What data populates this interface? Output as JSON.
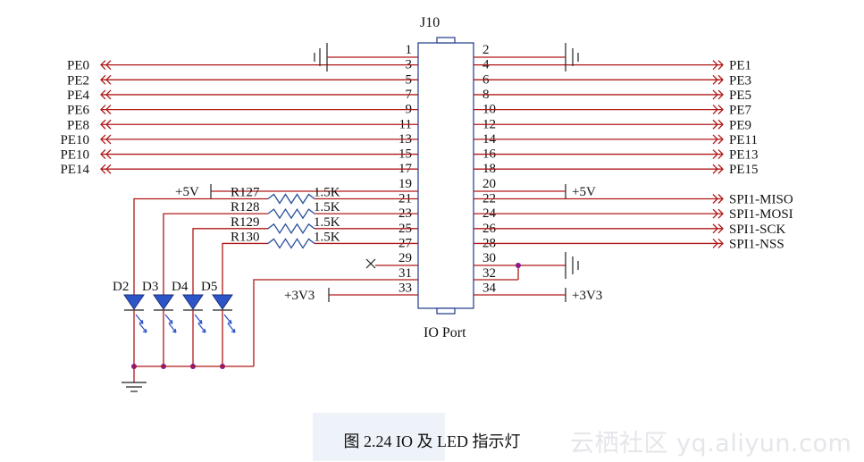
{
  "connector": {
    "ref": "J10",
    "name": "IO Port"
  },
  "pins_left": [
    "1",
    "3",
    "5",
    "7",
    "9",
    "11",
    "13",
    "15",
    "17",
    "19",
    "21",
    "23",
    "25",
    "27",
    "29",
    "31",
    "33"
  ],
  "pins_right": [
    "2",
    "4",
    "6",
    "8",
    "10",
    "12",
    "14",
    "16",
    "18",
    "20",
    "22",
    "24",
    "26",
    "28",
    "30",
    "32",
    "34"
  ],
  "nets_left": [
    "PE0",
    "PE2",
    "PE4",
    "PE6",
    "PE8",
    "PE10",
    "PE10",
    "PE14"
  ],
  "nets_right": [
    "PE1",
    "PE3",
    "PE5",
    "PE7",
    "PE9",
    "PE11",
    "PE13",
    "PE15"
  ],
  "spi_nets": [
    "SPI1-MISO",
    "SPI1-MOSI",
    "SPI1-SCK",
    "SPI1-NSS"
  ],
  "power": {
    "v5": "+5V",
    "v33": "+3V3"
  },
  "resistors": [
    {
      "ref": "R127",
      "value": "1.5K"
    },
    {
      "ref": "R128",
      "value": "1.5K"
    },
    {
      "ref": "R129",
      "value": "1.5K"
    },
    {
      "ref": "R130",
      "value": "1.5K"
    }
  ],
  "leds": [
    "D2",
    "D3",
    "D4",
    "D5"
  ],
  "caption": "图 2.24    IO 及 LED 指示灯",
  "watermark": "云栖社区 yq.aliyun.com"
}
